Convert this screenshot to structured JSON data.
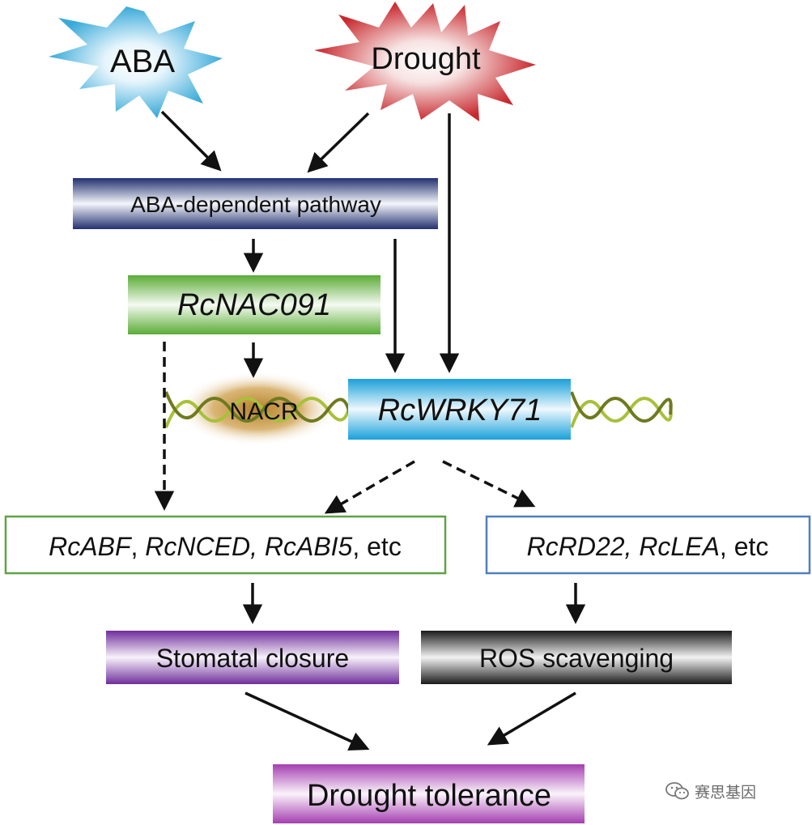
{
  "inputs": {
    "aba": "ABA",
    "drought": "Drought"
  },
  "boxes": {
    "aba_pathway": "ABA-dependent pathway",
    "rcnac091": "RcNAC091",
    "nacr": "NACR",
    "rcwrky71": "RcWRKY71",
    "targets_left": {
      "g1": "RcABF",
      "sep1": ", ",
      "g2": "RcNCED,",
      "sep2": " ",
      "g3": "RcABI5",
      "tail": ", etc"
    },
    "targets_right": {
      "g1": "RcRD22,",
      "sep1": " ",
      "g2": "RcLEA",
      "tail": ", etc"
    },
    "stomatal": "Stomatal closure",
    "ros": "ROS scavenging",
    "tolerance": "Drought tolerance"
  },
  "watermark": {
    "text": "赛思基因",
    "icon": "wechat-icon"
  },
  "colors": {
    "aba_burst": "#3aaad9",
    "drought_burst": "#c8282d",
    "aba_pathway_bar": "#2c3f86",
    "rcnac091_bar": "#62b23c",
    "rcwrky71_bar": "#2aa7dc",
    "left_border": "#5fa344",
    "right_border": "#4f7fbf",
    "stomatal_bar": "#7a35a4",
    "ros_bar": "#222222",
    "tolerance_bar": "#a846b2",
    "dna_green": "#a8c03a",
    "nacr_glow": "#b07a1e"
  }
}
